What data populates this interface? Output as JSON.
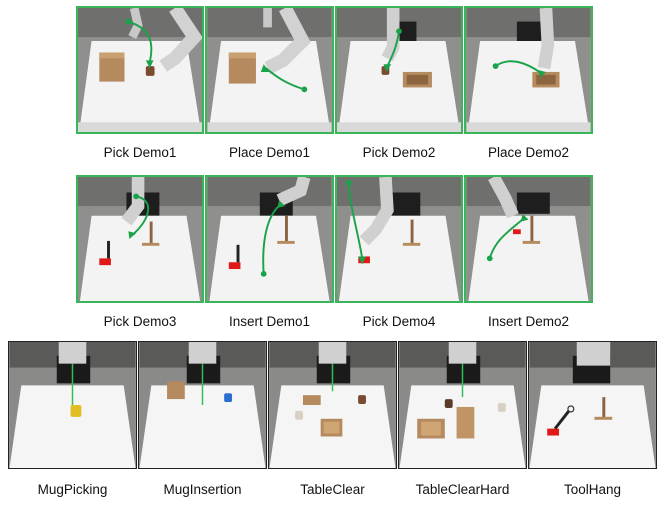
{
  "demo_rows": [
    [
      {
        "caption": "Pick Demo1",
        "scene": "pick"
      },
      {
        "caption": "Place Demo1",
        "scene": "place"
      },
      {
        "caption": "Pick Demo2",
        "scene": "pick2"
      },
      {
        "caption": "Place Demo2",
        "scene": "place2"
      }
    ],
    [
      {
        "caption": "Pick Demo3",
        "scene": "tool"
      },
      {
        "caption": "Insert Demo1",
        "scene": "tool"
      },
      {
        "caption": "Pick Demo4",
        "scene": "tool"
      },
      {
        "caption": "Insert Demo2",
        "scene": "tool"
      }
    ]
  ],
  "tasks": [
    {
      "caption": "MugPicking",
      "scene": "mug"
    },
    {
      "caption": "MugInsertion",
      "scene": "muginsert"
    },
    {
      "caption": "TableClear",
      "scene": "tableclear"
    },
    {
      "caption": "TableClearHard",
      "scene": "tableclearhard"
    },
    {
      "caption": "ToolHang",
      "scene": "toolhang"
    }
  ],
  "colors": {
    "demo_border": "#3cb55a",
    "trajectory": "#1aa34a",
    "task_border": "#222222"
  }
}
